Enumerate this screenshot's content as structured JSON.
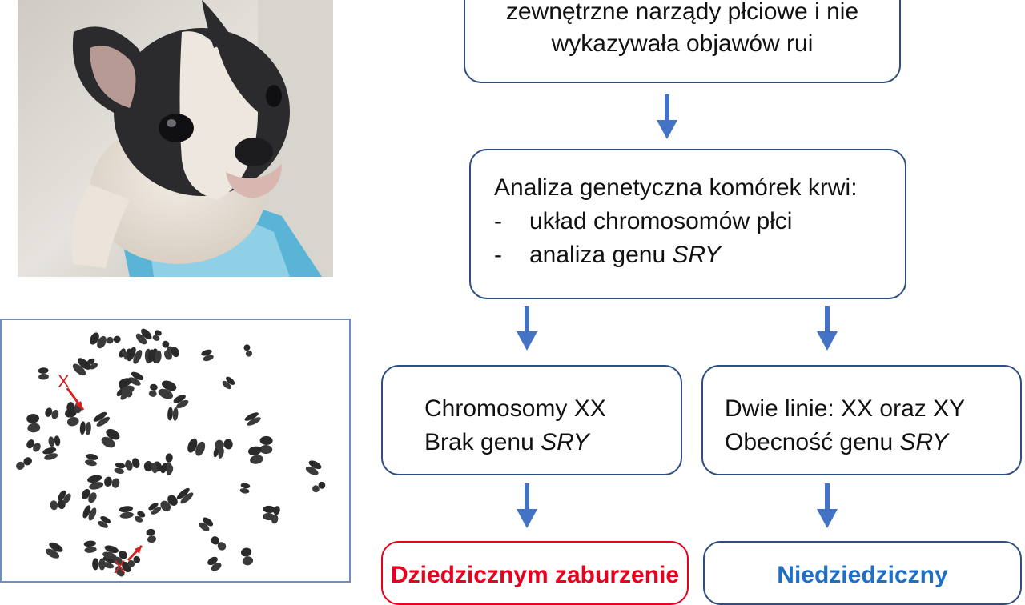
{
  "colors": {
    "box_border": "#2f4d7e",
    "arrow": "#4472c4",
    "text_red": "#e8001c",
    "text_blue": "#1f6fc5",
    "karyotype_label": "#d42020"
  },
  "icons": {
    "dog_photo": "french-bulldog-puppy-photo",
    "karyotype": "chromosome-spread-image"
  },
  "top_box": {
    "line1": "zewnętrzne narządy płciowe i nie",
    "line2": "wykazywała objawów rui"
  },
  "analysis_box": {
    "title": "Analiza genetyczna komórek krwi:",
    "items": [
      {
        "bullet": "-",
        "text": "układ chromosomów płci",
        "italic": ""
      },
      {
        "bullet": "-",
        "text": "analiza genu ",
        "italic": "SRY"
      }
    ]
  },
  "left_result": {
    "line1": "Chromosomy XX",
    "line2_text": "Brak genu ",
    "line2_italic": "SRY"
  },
  "right_result": {
    "line1": "Dwie linie: XX oraz XY",
    "line2_text": "Obecność genu ",
    "line2_italic": "SRY"
  },
  "left_conclusion": {
    "text": "Dziedzicznym zaburzenie"
  },
  "right_conclusion": {
    "text": "Niedziedziczny"
  },
  "karyotype": {
    "label_top": "X",
    "label_bottom": "X"
  }
}
